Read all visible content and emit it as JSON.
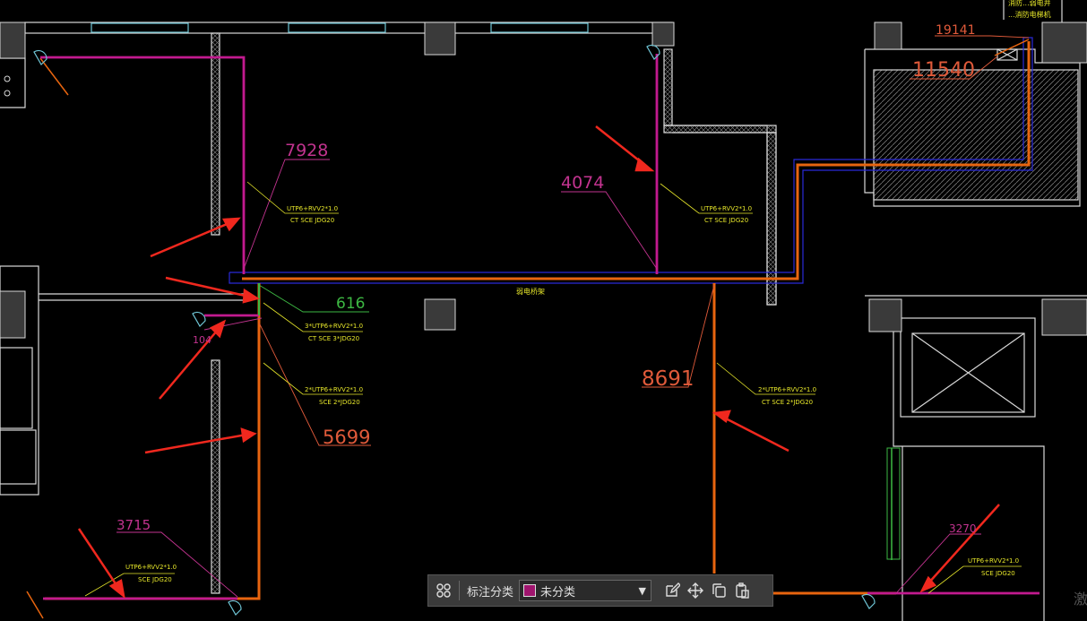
{
  "dimensions": [
    {
      "text": "19141",
      "color": "#e05a3a"
    },
    {
      "text": "11540",
      "color": "#e05a3a"
    },
    {
      "text": "7928",
      "color": "#c2338f"
    },
    {
      "text": "4074",
      "color": "#c2338f"
    },
    {
      "text": "616",
      "color": "#3db843"
    },
    {
      "text": "104",
      "color": "#c2338f"
    },
    {
      "text": "8691",
      "color": "#e05a3a"
    },
    {
      "text": "5699",
      "color": "#e05a3a"
    },
    {
      "text": "3715",
      "color": "#c2338f"
    },
    {
      "text": "3270",
      "color": "#c2338f"
    }
  ],
  "cable_labels": [
    {
      "line1": "UTP6+RVV2*1.0",
      "line2": "CT SCE JDG20"
    },
    {
      "line1": "UTP6+RVV2*1.0",
      "line2": "CT SCE JDG20"
    },
    {
      "line1": "3*UTP6+RVV2*1.0",
      "line2": "CT SCE 3*JDG20"
    },
    {
      "line1": "2*UTP6+RVV2*1.0",
      "line2": "SCE 2*JDG20"
    },
    {
      "line1": "2*UTP6+RVV2*1.0",
      "line2": "CT SCE 2*JDG20"
    },
    {
      "line1": "UTP6+RVV2*1.0",
      "line2": "SCE JDG20"
    },
    {
      "line1": "UTP6+RVV2*1.0",
      "line2": "SCE JDG20"
    }
  ],
  "tray_label": "弱电桥架",
  "top_right_note": [
    "消防...弱电井",
    "...消防电梯机"
  ],
  "toolbar": {
    "label": "标注分类",
    "selected": "未分类",
    "swatch_color": "#a0156e"
  },
  "watermark": "激"
}
